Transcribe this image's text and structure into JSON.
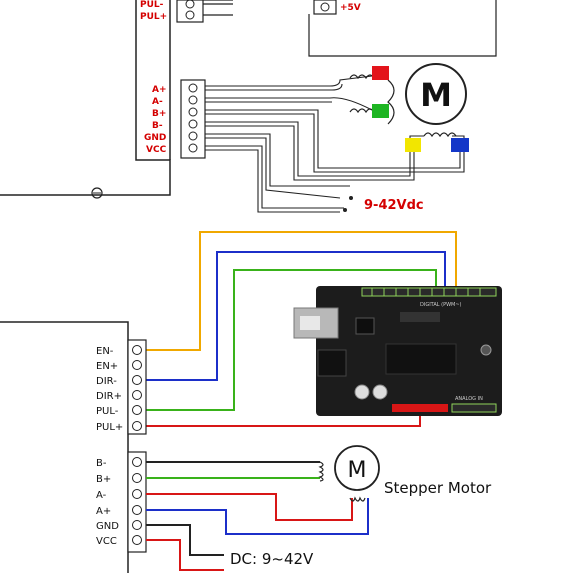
{
  "top_diagram": {
    "driver_terminals_top": [
      "PUL-",
      "PUL+"
    ],
    "plus5v_label": "+5V",
    "driver_terminals": [
      "A+",
      "A-",
      "B+",
      "B-",
      "GND",
      "VCC"
    ],
    "motor_label": "M",
    "supply_label": "9-42Vdc",
    "wire_colors": {
      "red": "#e3141b",
      "green": "#1db522",
      "yellow": "#f2e600",
      "blue": "#1437c8"
    }
  },
  "bottom_diagram": {
    "control_terminals": [
      "EN-",
      "EN+",
      "DIR-",
      "DIR+",
      "PUL-",
      "PUL+"
    ],
    "motor_terminals": [
      "B-",
      "B+",
      "A-",
      "A+",
      "GND",
      "VCC"
    ],
    "motor_label": "M",
    "stepper_label": "Stepper Motor",
    "supply_label": "DC: 9~42V",
    "board_top_text": "DIGITAL (PWM~)",
    "board_bottom_text": "ANALOG IN",
    "wire_colors": {
      "orange": "#f0a800",
      "blue": "#1c2fc9",
      "green": "#39b21a",
      "red": "#d81616",
      "dark": "#222222"
    }
  }
}
